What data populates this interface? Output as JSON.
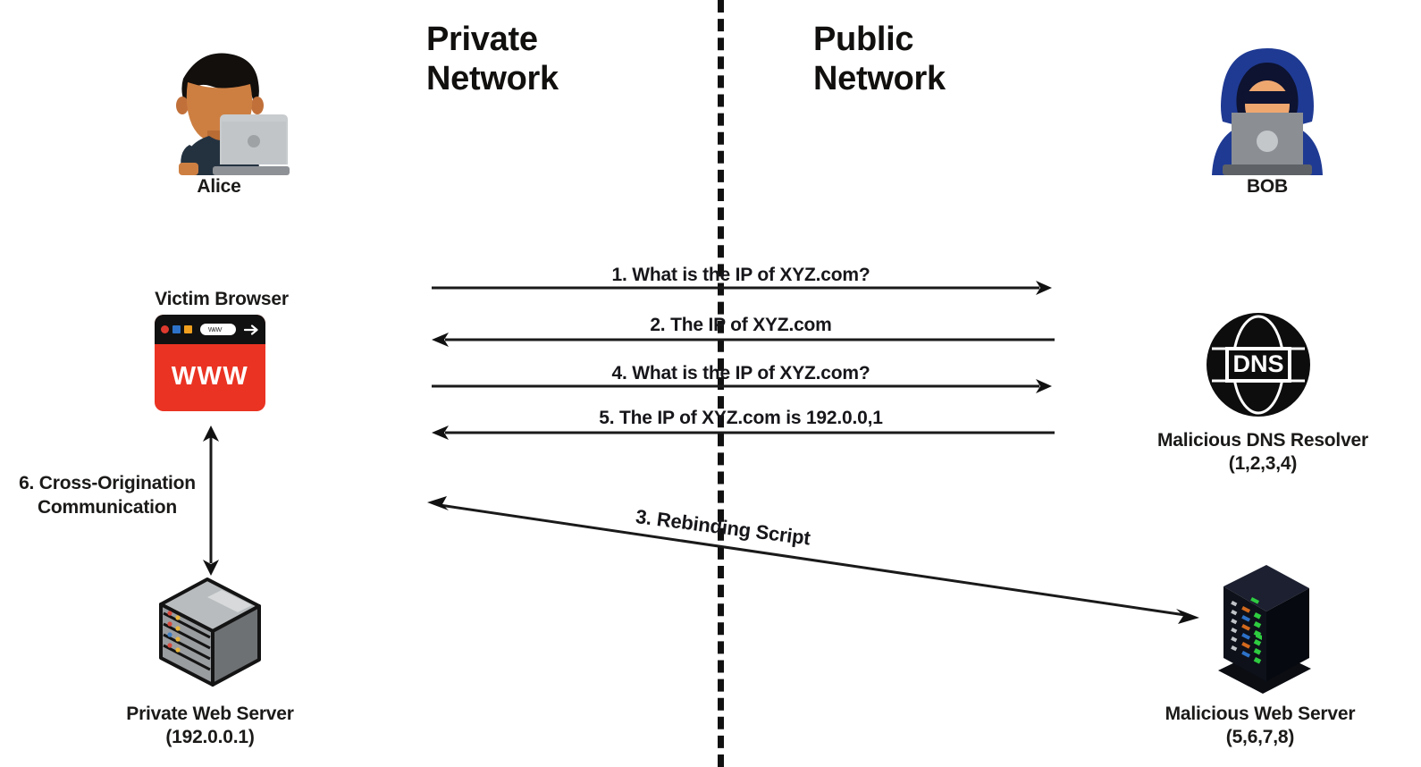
{
  "zones": {
    "private": "Private\nNetwork",
    "public": "Public\nNetwork"
  },
  "nodes": {
    "alice": {
      "label": "Alice",
      "icon": "person-with-laptop-icon"
    },
    "bob": {
      "label": "BOB",
      "icon": "hacker-hoodie-icon"
    },
    "victim_browser": {
      "label": "Victim Browser",
      "icon": "browser-window-icon",
      "body_text": "WWW",
      "url_text": "wwv"
    },
    "private_web_server": {
      "label": "Private Web Server\n(192.0.0.1)",
      "icon": "server-rack-icon"
    },
    "dns_resolver": {
      "label": "Malicious DNS Resolver\n(1,2,3,4)",
      "icon": "dns-globe-icon",
      "badge_text": "DNS"
    },
    "malicious_web_server": {
      "label": "Malicious Web Server\n(5,6,7,8)",
      "icon": "server-tower-icon"
    }
  },
  "messages": [
    {
      "id": "msg-1",
      "text": "1. What is the IP of XYZ.com?",
      "direction": "right"
    },
    {
      "id": "msg-2",
      "text": "2. The IP of XYZ.com",
      "direction": "left"
    },
    {
      "id": "msg-4",
      "text": "4. What is the IP of XYZ.com?",
      "direction": "right"
    },
    {
      "id": "msg-5",
      "text": "5. The IP of XYZ.com is 192.0.0,1",
      "direction": "left"
    }
  ],
  "annotations": {
    "rebinding": "3. Rebinding Script",
    "cross_origin": "6. Cross-Origination\nCommunication"
  },
  "colors": {
    "browser_red": "#ea3323",
    "hoodie_blue": "#1f3a93",
    "ink": "#111111",
    "server_gray": "#6e6e6e"
  }
}
